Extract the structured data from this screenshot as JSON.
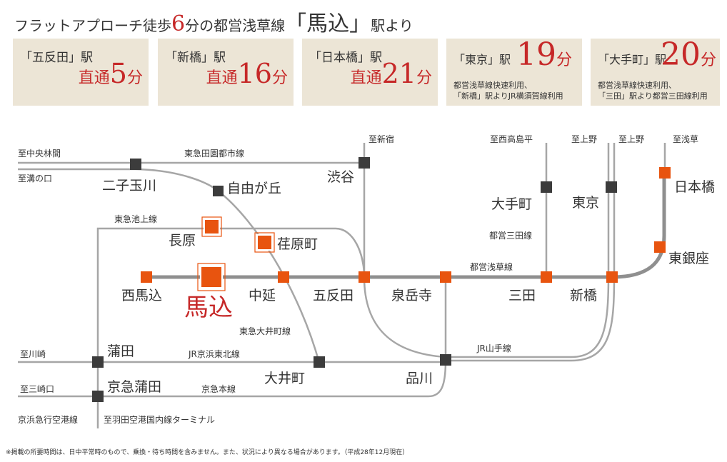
{
  "headline": {
    "prefix": "フラットアプローチ徒歩",
    "minutes": "6",
    "middle": "分の都営浅草線",
    "station": "「馬込」",
    "suffix": "駅より"
  },
  "cards": [
    {
      "station": "「五反田」駅",
      "label": "直通",
      "num": "5",
      "unit": "分"
    },
    {
      "station": "「新橋」駅",
      "label": "直通",
      "num": "16",
      "unit": "分"
    },
    {
      "station": "「日本橋」駅",
      "label": "直通",
      "num": "21",
      "unit": "分"
    },
    {
      "station": "「東京」駅",
      "num": "19",
      "unit": "分",
      "note1": "都営浅草線快速利用、",
      "note2": "「新橋」駅よりJR横須賀線利用"
    },
    {
      "station": "「大手町」駅",
      "num": "20",
      "unit": "分",
      "note1": "都営浅草線快速利用、",
      "note2": "「三田」駅より都営三田線利用"
    }
  ],
  "map": {
    "stations": {
      "futako": "二子玉川",
      "jiyugaoka": "自由が丘",
      "shibuya": "渋谷",
      "nagahara": "長原",
      "ebara": "荏原町",
      "nishimagome": "西馬込",
      "magome": "馬込",
      "nakanobu": "中延",
      "gotanda": "五反田",
      "sengakuji": "泉岳寺",
      "mita": "三田",
      "shinbashi": "新橋",
      "otemachi": "大手町",
      "tokyo": "東京",
      "nihonbashi": "日本橋",
      "higashiginza": "東銀座",
      "kamata": "蒲田",
      "keikyukamata": "京急蒲田",
      "oimachi": "大井町",
      "shinagawa": "品川"
    },
    "lines": {
      "toyoko": "東急田園都市線",
      "ikegami": "東急池上線",
      "asakusa": "都営浅草線",
      "mitaline": "都営三田線",
      "oimachiline": "東急大井町線",
      "keihintohoku": "JR京浜東北線",
      "yamanote": "JR山手線",
      "keikyu": "京急本線",
      "airport": "京浜急行空港線",
      "haneda": "至羽田空港国内線ターミナル"
    },
    "dest": {
      "chuorinkan": "至中央林間",
      "mizonokuchi": "至溝の口",
      "shinjuku": "至新宿",
      "nishitakashimadaira": "至西高島平",
      "ueno1": "至上野",
      "ueno2": "至上野",
      "asakusa": "至浅草",
      "kawasaki": "至川崎",
      "misakiguchi": "至三崎口"
    }
  },
  "footnote": "※掲載の所要時間は、日中平常時のもので、乗換・待ち時間を含みません。また、状況により異なる場合があります。（平成28年12月現在）",
  "colors": {
    "accent": "#c62828",
    "orange": "#e8540f",
    "line_gray": "#a6a6a6",
    "asakusa_line": "#8f8f8f",
    "node_dark": "#3c3c3c",
    "card_bg": "#ece5d6"
  }
}
